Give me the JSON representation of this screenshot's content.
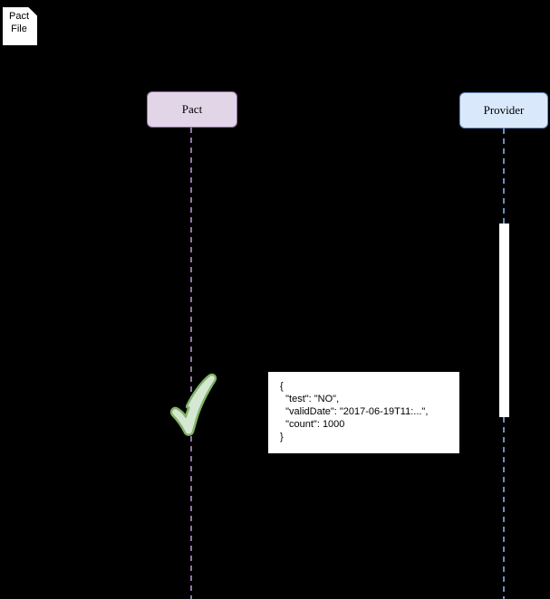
{
  "diagram": {
    "type": "sequence-diagram",
    "background_color": "#000000",
    "pact_file_note": {
      "label_line1": "Pact",
      "label_line2": "File",
      "fill": "#ffffff",
      "stroke": "#000000"
    },
    "actors": [
      {
        "id": "pact",
        "label": "Pact",
        "fill": "#e1d5e7",
        "stroke": "#9673a6"
      },
      {
        "id": "provider",
        "label": "Provider",
        "fill": "#dae8fc",
        "stroke": "#6c8ebf"
      }
    ],
    "activation_bar": {
      "fill": "#ffffff"
    },
    "check_icon": {
      "fill": "#d5e8d4",
      "stroke": "#82b366"
    },
    "message_box": {
      "fill": "#ffffff",
      "lines": [
        "{",
        "  \"test\": \"NO\",",
        "  \"validDate\": \"2017-06-19T11:...\",",
        "  \"count\": 1000",
        "}"
      ]
    }
  }
}
